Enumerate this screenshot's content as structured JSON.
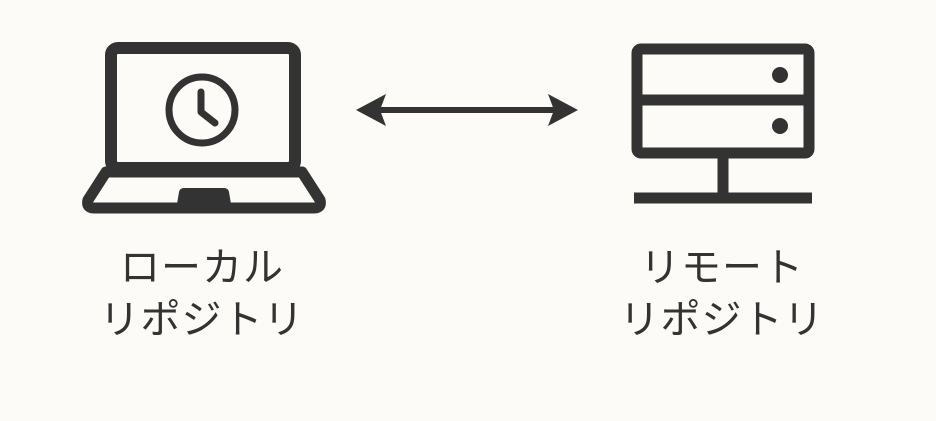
{
  "local": {
    "line1": "ローカル",
    "line2": "リポジトリ",
    "icon": "laptop-clock-icon"
  },
  "remote": {
    "line1": "リモート",
    "line2": "リポジトリ",
    "icon": "server-icon"
  },
  "connector": {
    "icon": "bidirectional-arrow-icon"
  },
  "colors": {
    "background": "#fcfbf8",
    "foreground": "#333333"
  }
}
